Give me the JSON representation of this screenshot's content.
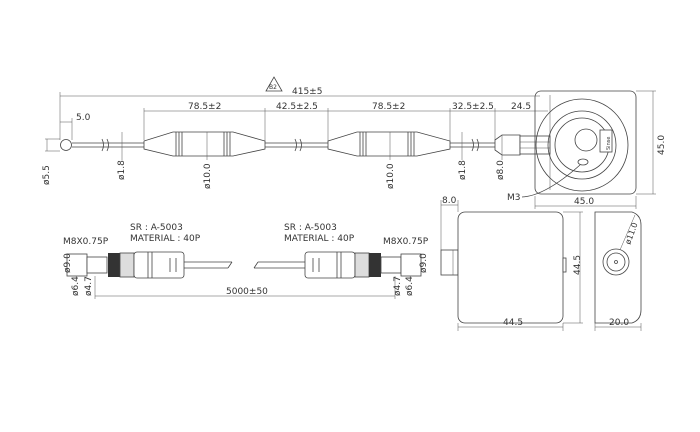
{
  "revision_mark": "B2",
  "top_view": {
    "overall_length": "415±5",
    "tip_length": "5.0",
    "sleeve1_length": "78.5±2",
    "gap_length": "42.5±2.5",
    "sleeve2_length": "78.5±2",
    "gap2_length": "32.5±2.5",
    "connector_length": "24.5",
    "tip_diameter": "ø5.5",
    "cable_diameter": "ø1.8",
    "sleeve1_diameter": "ø10.0",
    "sleeve2_diameter": "ø10.0",
    "cable2_diameter": "ø1.8",
    "connector_diameter": "ø8.0",
    "screw_label": "M3",
    "box_height": "45.0",
    "box_width": "45.0",
    "sense_label": "Sinse"
  },
  "cable_view": {
    "left_spec": "SR : A-5003",
    "left_material": "MATERIAL : 40P",
    "right_spec": "SR : A-5003",
    "right_material": "MATERIAL : 40P",
    "left_thread": "M8X0.75P",
    "right_thread": "M8X0.75P",
    "left_d1": "ø9.0",
    "left_d2": "ø6.4",
    "left_d3": "ø4.7",
    "right_d1": "ø9.0",
    "right_d2": "ø6.4",
    "right_d3": "ø4.7",
    "cable_length": "5000±50"
  },
  "side_view": {
    "stub_width": "8.0",
    "height": "44.5",
    "width": "44.5",
    "port_diameter": "ø11.0",
    "depth": "20.0"
  }
}
